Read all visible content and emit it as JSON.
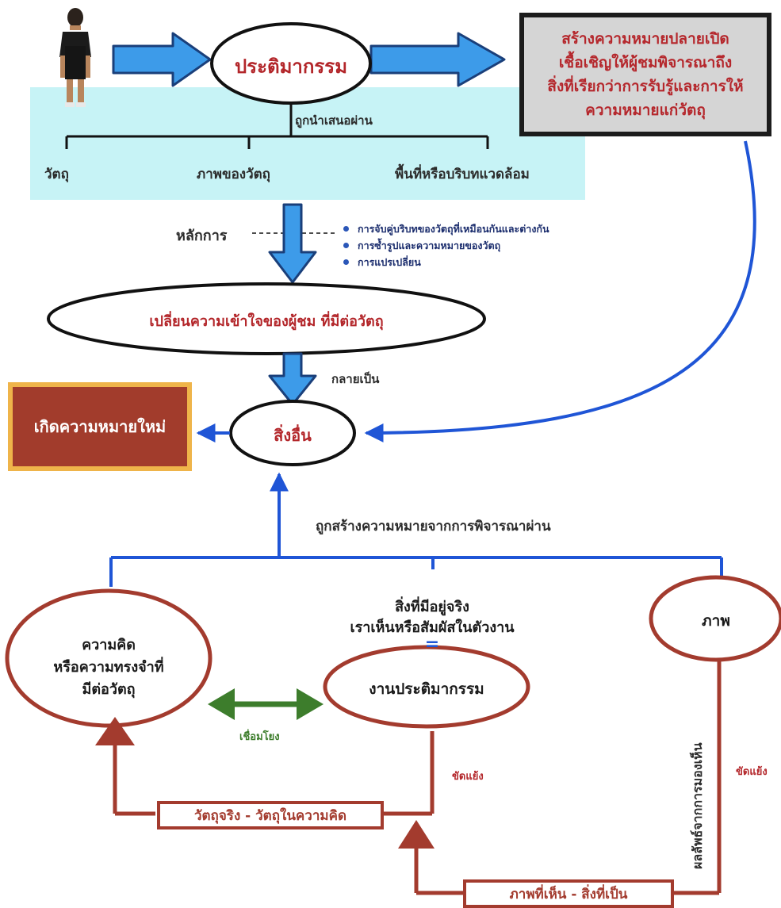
{
  "colors": {
    "blue_arrow": "#3d9be9",
    "blue_line": "#1f55d6",
    "dark_red": "#a33b2e",
    "green": "#3d7d2c",
    "cyan_panel": "#c7f3f6",
    "gray_box": "#d5d5d5",
    "brown_box": "#a23c2c",
    "brown_border": "#efb44a"
  },
  "top": {
    "sculpture": "ประติมากรรม",
    "presented_through": "ถูกนำเสนอผ่าน",
    "branches": [
      "วัตถุ",
      "ภาพของวัตถุ",
      "พื้นที่หรือบริบทแวดล้อม"
    ],
    "open_meaning_lines": [
      "สร้างความหมายปลายเปิด",
      "เชื้อเชิญให้ผู้ชมพิจารณาถึง",
      "สิ่งที่เรียกว่าการรับรู้และการให้",
      "ความหมายแก่วัตถุ"
    ]
  },
  "principles": {
    "label": "หลักการ",
    "items": [
      "การจับคู่บริบทของวัตถุที่เหมือนกันและต่างกัน",
      "การซ้ำรูปและความหมายของวัตถุ",
      "การแปรเปลี่ยน"
    ]
  },
  "middle": {
    "change_understanding": "เปลี่ยนความเข้าใจของผู้ชม ที่มีต่อวัตถุ",
    "becomes": "กลายเป็น",
    "other_thing": "สิ่งอื่น",
    "new_meaning": "เกิดความหมายใหม่",
    "constructed_through": "ถูกสร้างความหมายจากการพิจารณาผ่าน"
  },
  "bottom": {
    "thought_lines": [
      "ความคิด",
      "หรือความทรงจำที่",
      "มีต่อวัตถุ"
    ],
    "real_lines": [
      "สิ่งที่มีอยู่จริง",
      "เราเห็นหรือสัมผัสในตัวงาน"
    ],
    "equals": "=",
    "sculpture_work": "งานประติมากรรม",
    "image": "ภาพ",
    "connect": "เชื่อมโยง",
    "conflict_1": "ขัดแย้ง",
    "conflict_2": "ขัดแย้ง",
    "visual_effect": "ผลลัพธ์จากการมองเห็น",
    "real_vs_idea": "วัตถุจริง - วัตถุในความคิด",
    "seen_vs_is": "ภาพที่เห็น - สิ่งที่เป็น"
  }
}
